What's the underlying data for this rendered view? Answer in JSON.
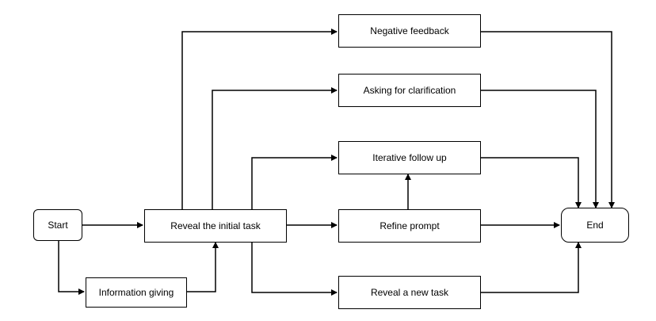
{
  "diagram": {
    "nodes": {
      "start": "Start",
      "reveal_initial_task": "Reveal the initial task",
      "information_giving": "Information giving",
      "negative_feedback": "Negative feedback",
      "asking_for_clarification": "Asking for clarification",
      "iterative_follow_up": "Iterative follow up",
      "refine_prompt": "Refine prompt",
      "reveal_new_task": "Reveal a new task",
      "end": "End"
    },
    "edges": [
      {
        "from": "start",
        "to": "reveal_initial_task"
      },
      {
        "from": "start",
        "to": "information_giving"
      },
      {
        "from": "information_giving",
        "to": "reveal_initial_task"
      },
      {
        "from": "reveal_initial_task",
        "to": "negative_feedback"
      },
      {
        "from": "reveal_initial_task",
        "to": "asking_for_clarification"
      },
      {
        "from": "reveal_initial_task",
        "to": "iterative_follow_up"
      },
      {
        "from": "reveal_initial_task",
        "to": "refine_prompt"
      },
      {
        "from": "reveal_initial_task",
        "to": "reveal_new_task"
      },
      {
        "from": "refine_prompt",
        "to": "iterative_follow_up"
      },
      {
        "from": "refine_prompt",
        "to": "end"
      },
      {
        "from": "negative_feedback",
        "to": "end"
      },
      {
        "from": "asking_for_clarification",
        "to": "end"
      },
      {
        "from": "iterative_follow_up",
        "to": "end"
      },
      {
        "from": "reveal_new_task",
        "to": "end"
      }
    ]
  }
}
